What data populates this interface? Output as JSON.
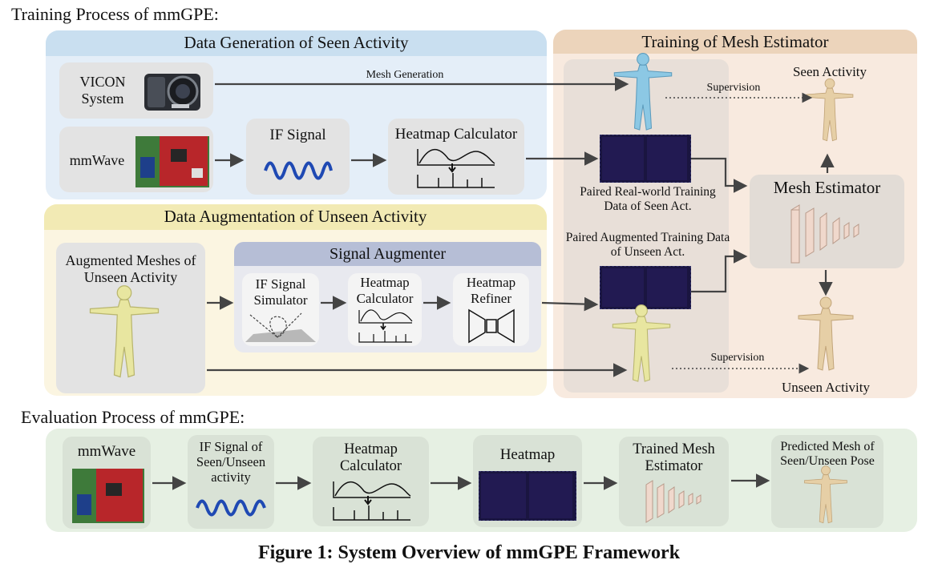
{
  "headings": {
    "training": "Training Process of mmGPE:",
    "evaluation": "Evaluation Process of mmGPE:"
  },
  "data_generation": {
    "title": "Data Generation of Seen Activity",
    "vicon_label": "VICON System",
    "mmwave_label": "mmWave",
    "if_signal_label": "IF Signal",
    "heatmap_calc_label": "Heatmap Calculator",
    "mesh_generation_label": "Mesh Generation"
  },
  "data_augmentation": {
    "title": "Data Augmentation of Unseen Activity",
    "augmented_meshes_label": "Augmented Meshes of Unseen Activity",
    "signal_augmenter_title": "Signal Augmenter",
    "if_simulator_label": "IF Signal Simulator",
    "heatmap_calc_label": "Heatmap Calculator",
    "heatmap_refiner_label": "Heatmap Refiner"
  },
  "mesh_training": {
    "title": "Training of Mesh Estimator",
    "seen_activity_label": "Seen Activity",
    "unseen_activity_label": "Unseen Activity",
    "supervision_label": "Supervision",
    "paired_real_label": "Paired Real-world Training Data of Seen Act.",
    "paired_aug_label": "Paired Augmented Training Data of Unseen Act.",
    "mesh_estimator_label": "Mesh Estimator"
  },
  "evaluation": {
    "mmwave_label": "mmWave",
    "if_signal_label": "IF Signal of Seen/Unseen activity",
    "heatmap_calc_label": "Heatmap Calculator",
    "heatmap_label": "Heatmap",
    "trained_estimator_label": "Trained Mesh Estimator",
    "predicted_mesh_label": "Predicted Mesh of Seen/Unseen Pose"
  },
  "caption": "Figure 1: System Overview of mmGPE Framework",
  "colors": {
    "generation_panel": "#e4eef8",
    "generation_title": "#c9dff0",
    "augmentation_panel": "#fbf5e1",
    "augmentation_title": "#f2eab4",
    "training_panel": "#f8eadf",
    "training_title": "#ecd4bb",
    "evaluation_panel": "#e6f0e3",
    "augmenter_title": "#b6bed6",
    "wave_blue": "#1f49b3",
    "mesh_blue": "#8cc8e4",
    "mesh_yellow": "#e8e6a0",
    "mesh_tan": "#e6cfa6"
  },
  "icons": [
    "vicon-camera-icon",
    "mmwave-board-icon",
    "sine-wave-icon",
    "heatmap-plot-icon",
    "human-mesh-icon",
    "cnn-layers-icon",
    "hourglass-network-icon",
    "antenna-beam-icon"
  ]
}
